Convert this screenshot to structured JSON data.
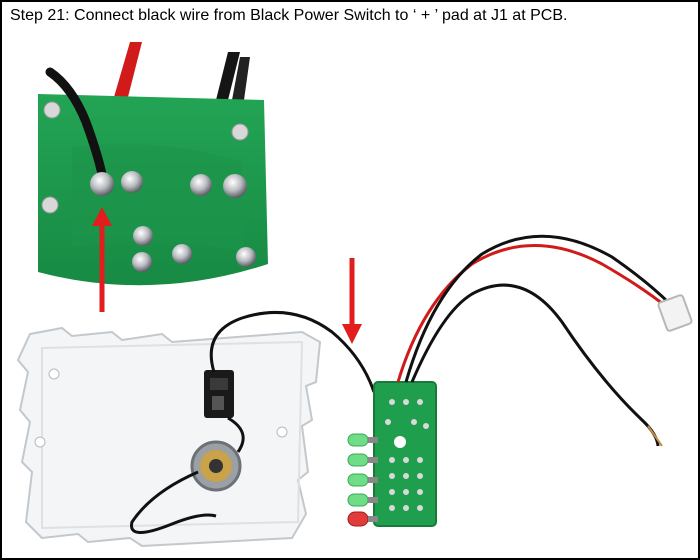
{
  "caption": "Step 21: Connect black wire from Black Power Switch to ‘ + ’ pad at J1 at PCB.",
  "colors": {
    "pcb_green": "#1f9f4e",
    "pcb_dark": "#177a3b",
    "arrow_red": "#e11d1d",
    "wire_red": "#d11b1b",
    "wire_black": "#111111",
    "panel_white": "#f3f5f7"
  },
  "leds": [
    "green",
    "green",
    "green",
    "green",
    "red"
  ]
}
